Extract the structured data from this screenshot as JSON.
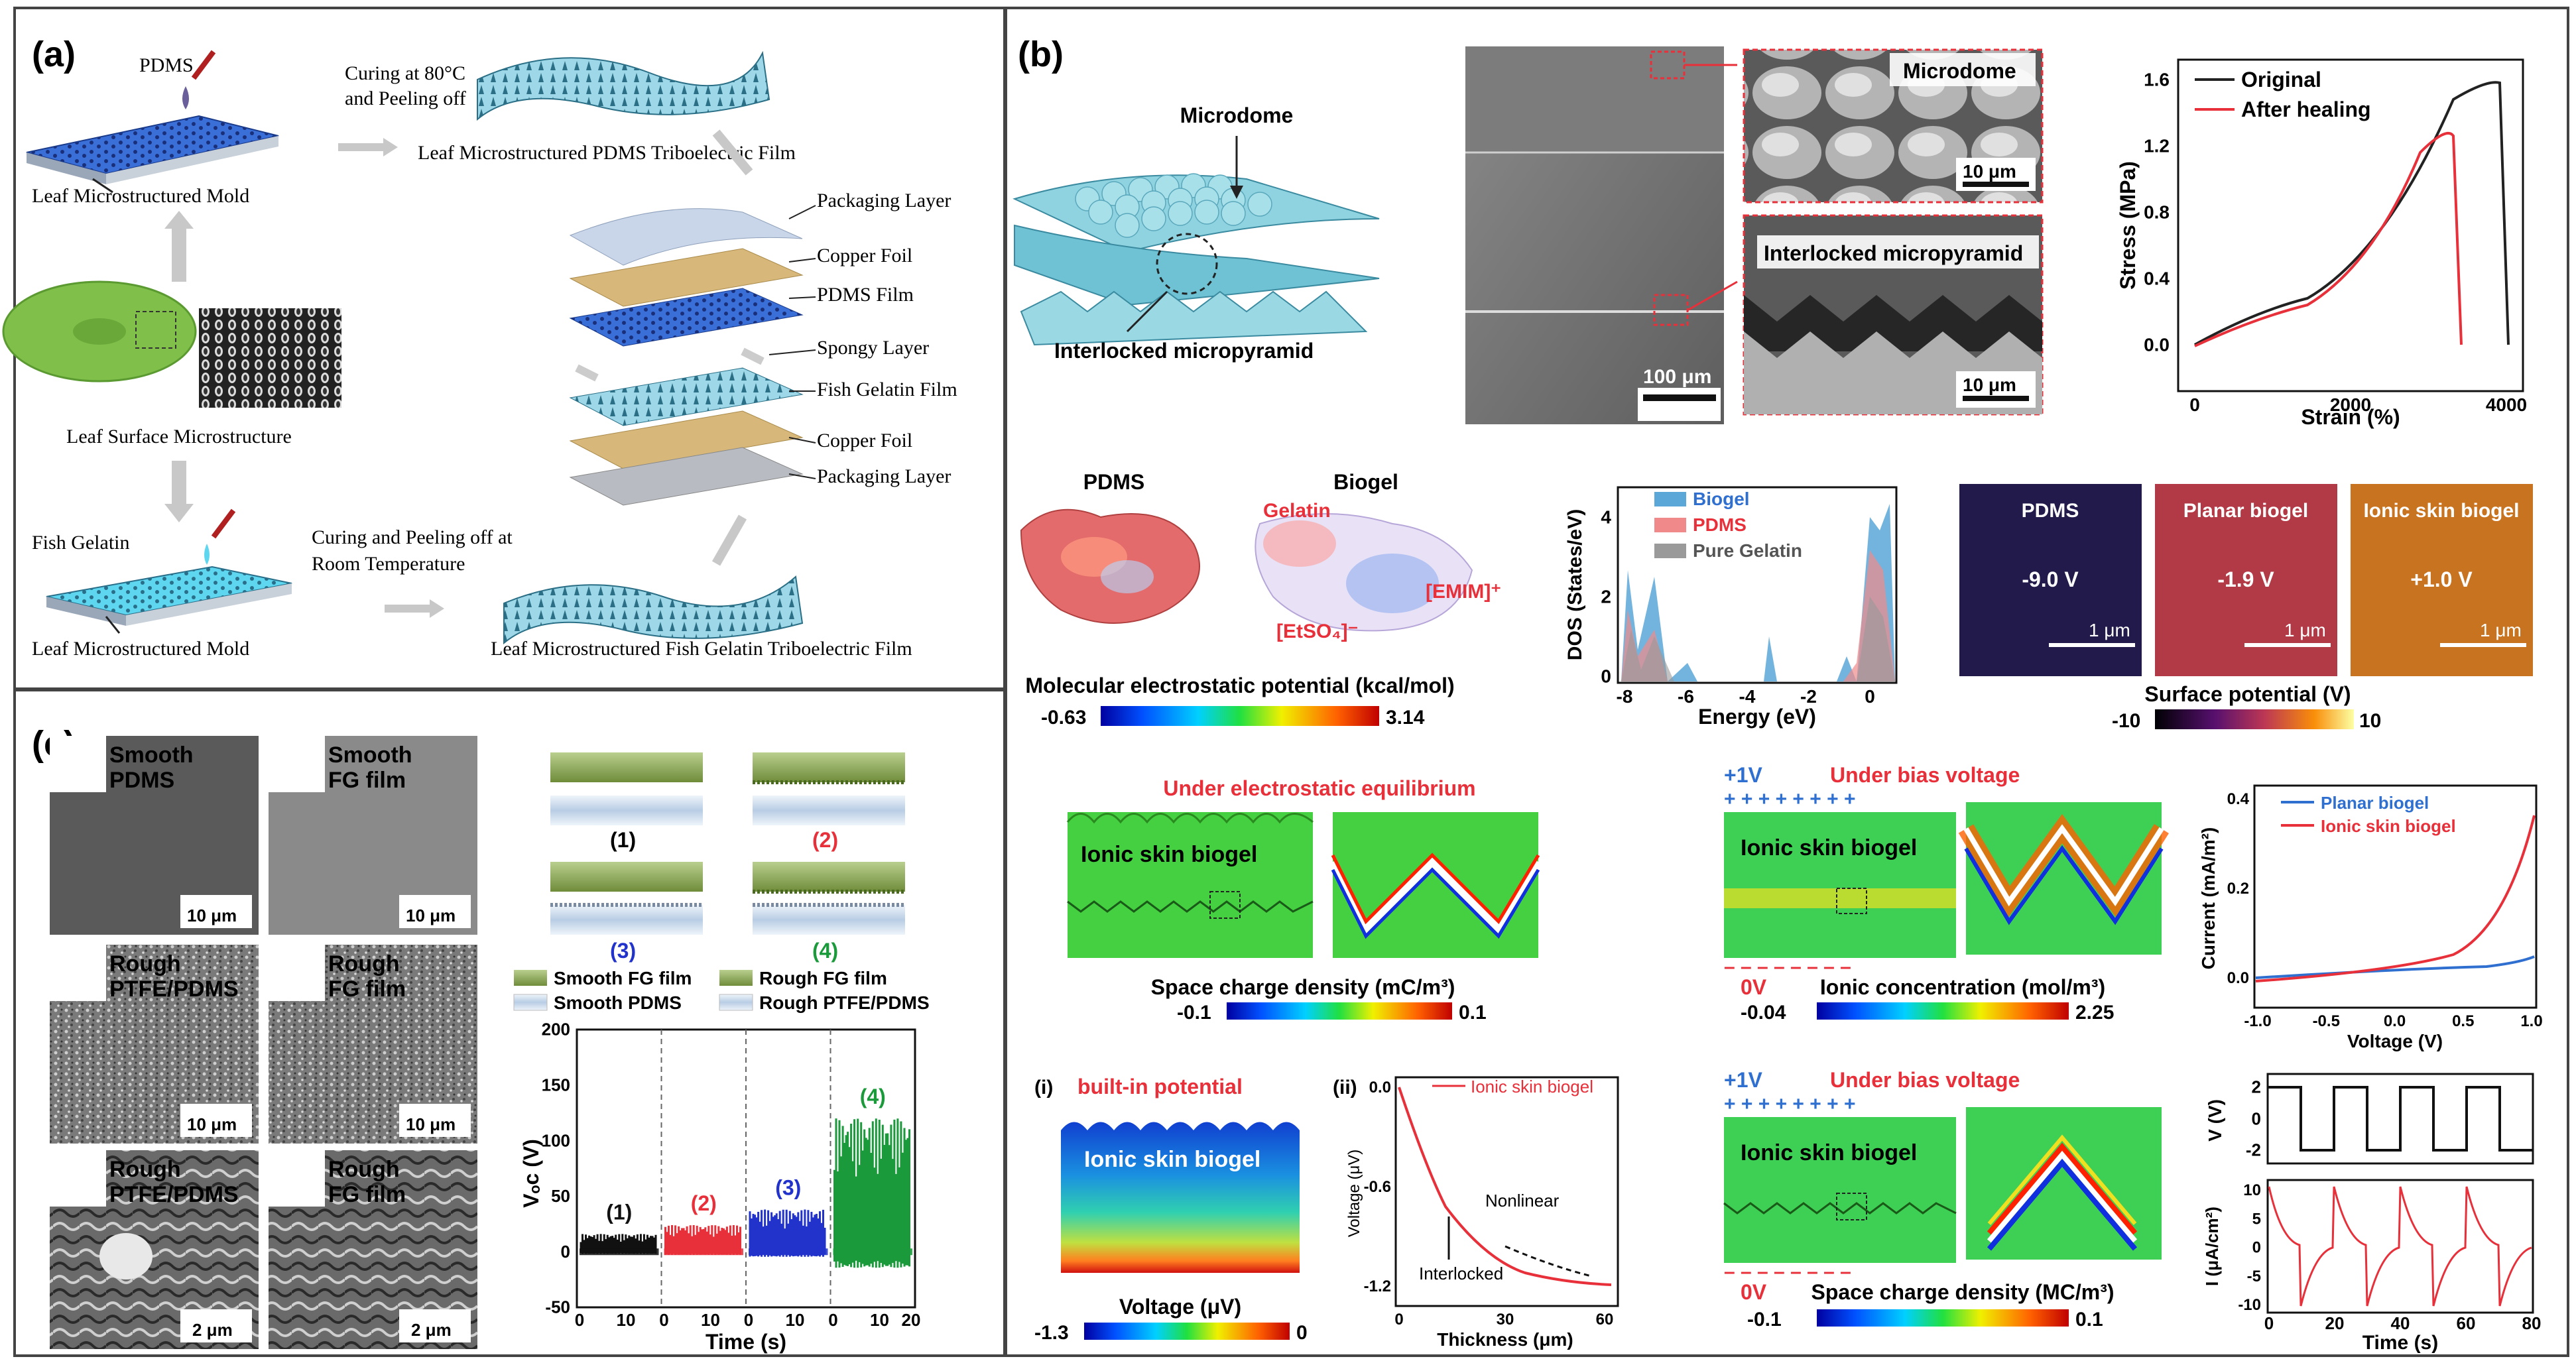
{
  "panel_a": {
    "label": "(a)",
    "pdms": "PDMS",
    "curing_80": "Curing at 80°C",
    "peeling_off": "and Peeling off",
    "leaf_mold_1": "Leaf Microstructured Mold",
    "leaf_pdms_film": "Leaf Microstructured PDMS Triboelectric Film",
    "leaf_surface": "Leaf Surface Microstructure",
    "fish_gelatin": "Fish Gelatin",
    "curing_rt_1": "Curing and Peeling off at",
    "curing_rt_2": "Room Temperature",
    "leaf_mold_2": "Leaf Microstructured Mold",
    "leaf_fg_film": "Leaf Microstructured Fish Gelatin Triboelectric Film",
    "layers": [
      "Packaging Layer",
      "Copper Foil",
      "PDMS Film",
      "Spongy Layer",
      "Fish Gelatin Film",
      "Copper Foil",
      "Packaging Layer"
    ]
  },
  "panel_b": {
    "label": "(b)",
    "microdome": "Microdome",
    "interlocked": "Interlocked micropyramid",
    "sem_microdome": "Microdome",
    "sem_interlocked": "Interlocked micropyramid",
    "scale_10a": "10 μm",
    "scale_10b": "10 μm",
    "scale_100": "100 μm",
    "stress_chart": {
      "legend": [
        "Original",
        "After healing"
      ],
      "colors": [
        "#222222",
        "#e8303a"
      ],
      "xlabel": "Strain (%)",
      "ylabel": "Stress (MPa)",
      "xticks": [
        "0",
        "2000",
        "4000"
      ],
      "yticks": [
        "0.0",
        "0.4",
        "0.8",
        "1.2",
        "1.6"
      ]
    },
    "mep": {
      "pdms": "PDMS",
      "biogel": "Biogel",
      "gelatin": "Gelatin",
      "emim": "[EMIM]⁺",
      "etso4": "[EtSO₄]⁻",
      "title": "Molecular electrostatic potential (kcal/mol)",
      "min": "-0.63",
      "max": "3.14"
    },
    "dos_chart": {
      "legend": [
        "Biogel",
        "PDMS",
        "Pure Gelatin"
      ],
      "colors": [
        "#5aa7d8",
        "#f08a8a",
        "#9a9a9a"
      ],
      "xlabel": "Energy (eV)",
      "ylabel": "DOS (States/eV)",
      "xticks": [
        "-8",
        "-6",
        "-4",
        "-2",
        "0"
      ],
      "yticks": [
        "0",
        "2",
        "4"
      ]
    },
    "kpfm": {
      "tiles": [
        {
          "title": "PDMS",
          "value": "-9.0 V",
          "scale": "1 μm",
          "color": "#221a4a"
        },
        {
          "title": "Planar biogel",
          "value": "-1.9 V",
          "scale": "1 μm",
          "color": "#b23a46"
        },
        {
          "title": "Ionic skin biogel",
          "value": "+1.0 V",
          "scale": "1 μm",
          "color": "#c8731f"
        }
      ],
      "title": "Surface potential (V)",
      "min": "-10",
      "max": "10"
    },
    "sim1": {
      "title": "Under electrostatic equilibrium",
      "body": "Ionic skin biogel",
      "bar_title": "Space charge density (mC/m³)",
      "min": "-0.1",
      "max": "0.1"
    },
    "sim2": {
      "title": "Under bias voltage",
      "top_v": "+1V",
      "bottom_v": "0V",
      "body": "Ionic skin biogel",
      "bar_title": "Ionic concentration (mol/m³)",
      "min": "-0.04",
      "max": "2.25"
    },
    "iv_chart": {
      "legend": [
        "Planar biogel",
        "Ionic skin biogel"
      ],
      "colors": [
        "#2f6fd0",
        "#e8303a"
      ],
      "xlabel": "Voltage (V)",
      "ylabel": "Current (mA/m²)",
      "xticks": [
        "-1.0",
        "-0.5",
        "0.0",
        "0.5",
        "1.0"
      ],
      "yticks": [
        "0.0",
        "0.2",
        "0.4"
      ]
    },
    "pot": {
      "label_i": "(i)",
      "title": "built-in potential",
      "body": "Ionic skin biogel",
      "bar_title": "Voltage (μV)",
      "min": "-1.3",
      "max": "0"
    },
    "thick_chart": {
      "label_ii": "(ii)",
      "legend": "Ionic skin biogel",
      "nonlinear": "Nonlinear",
      "interlocked": "Interlocked",
      "xlabel": "Thickness (μm)",
      "ylabel": "Voltage (μV)",
      "xticks": [
        "0",
        "30",
        "60"
      ],
      "yticks": [
        "0.0",
        "-0.6",
        "-1.2"
      ]
    },
    "sim3": {
      "title": "Under bias voltage",
      "top_v": "+1V",
      "bottom_v": "0V",
      "body": "Ionic skin biogel",
      "bar_title": "Space charge density (MC/m³)",
      "min": "-0.1",
      "max": "0.1"
    },
    "pulse_chart": {
      "v_label": "V (V)",
      "i_label": "I (μA/cm²)",
      "xlabel": "Time (s)",
      "xticks": [
        "0",
        "20",
        "40",
        "60",
        "80"
      ],
      "v_ticks": [
        "2",
        "0",
        "-2"
      ],
      "i_ticks": [
        "10",
        "5",
        "0",
        "-5",
        "-10"
      ]
    }
  },
  "panel_c": {
    "label": "(c)",
    "sem": [
      {
        "line1": "Smooth",
        "line2": "PDMS",
        "scale": "10 μm"
      },
      {
        "line1": "Smooth",
        "line2": "FG film",
        "scale": "10 μm"
      },
      {
        "line1": "Rough",
        "line2": "PTFE/PDMS",
        "scale": "10 μm"
      },
      {
        "line1": "Rough",
        "line2": "FG film",
        "scale": "10 μm"
      },
      {
        "line1": "Rough",
        "line2": "PTFE/PDMS",
        "scale": "2 μm"
      },
      {
        "line1": "Rough",
        "line2": "FG film",
        "scale": "2 μm"
      }
    ],
    "configs": [
      "(1)",
      "(2)",
      "(3)",
      "(4)"
    ],
    "config_colors": [
      "#111111",
      "#e8303a",
      "#2233cc",
      "#1a9a3a"
    ],
    "legend": [
      "Smooth FG film",
      "Rough FG film",
      "Smooth PDMS",
      "Rough PTFE/PDMS"
    ],
    "voc_chart": {
      "ylabel": "Vₒᴄ (V)",
      "xlabel": "Time (s)",
      "yticks": [
        "200",
        "150",
        "100",
        "50",
        "0",
        "-50"
      ],
      "xticks": [
        "0",
        "10",
        "0",
        "10",
        "0",
        "10",
        "0",
        "10",
        "20"
      ],
      "segments": [
        {
          "label": "(1)",
          "color": "#111111",
          "amplitude": 16
        },
        {
          "label": "(2)",
          "color": "#e8303a",
          "amplitude": 24
        },
        {
          "label": "(3)",
          "color": "#2233cc",
          "amplitude": 38
        },
        {
          "label": "(4)",
          "color": "#1a9a3a",
          "amplitude": 120
        }
      ]
    }
  }
}
